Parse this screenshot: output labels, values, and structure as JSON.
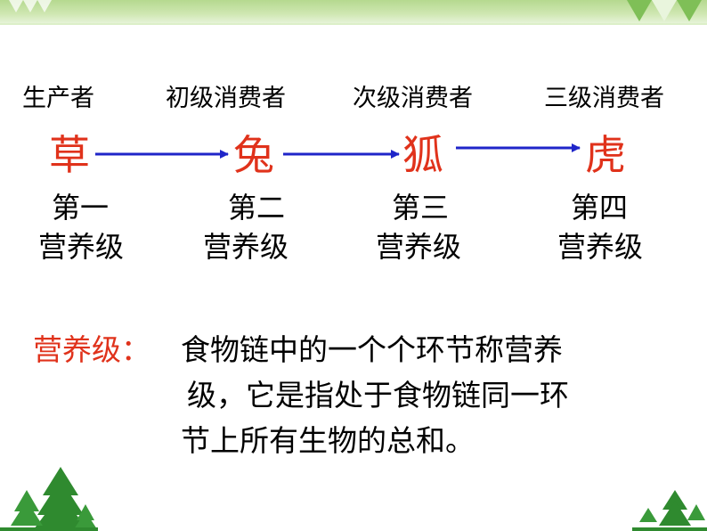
{
  "roles": [
    "生产者",
    "初级消费者",
    "次级消费者",
    "三级消费者"
  ],
  "organisms": [
    "草",
    "兔",
    "狐",
    "虎"
  ],
  "levels": [
    {
      "line1": "第一",
      "line2": "营养级"
    },
    {
      "line1": "第二",
      "line2": "营养级"
    },
    {
      "line1": "第三",
      "line2": "营养级"
    },
    {
      "line1": "第四",
      "line2": "营养级"
    }
  ],
  "definition": {
    "label": "营养级：",
    "lines": [
      "食物链中的一个个环节称营养",
      "级，它是指处于食物链同一环",
      "节上所有生物的总和。"
    ]
  },
  "colors": {
    "organism": "#e0321b",
    "arrow": "#1f25c9",
    "label": "#e0321b",
    "tree": "#2f8a2f",
    "band": "#b5d98f"
  },
  "icons": [
    "chevron-decor-icon",
    "tree-icon"
  ]
}
